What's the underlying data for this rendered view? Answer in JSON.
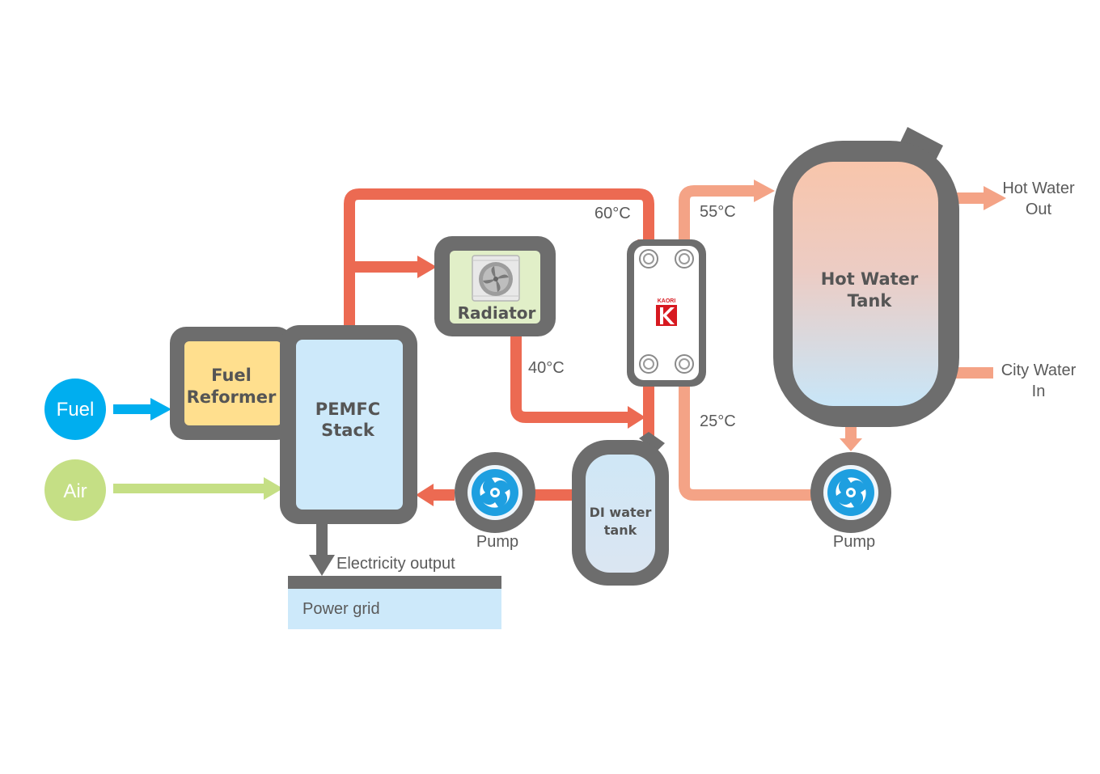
{
  "nodes": {
    "fuel": "Fuel",
    "air": "Air",
    "fuel_reformer": [
      "Fuel",
      "Reformer"
    ],
    "pemfc_stack": [
      "PEMFC",
      "Stack"
    ],
    "radiator": "Radiator",
    "di_water_tank": [
      "DI water",
      "tank"
    ],
    "hot_water_tank": [
      "Hot Water",
      "Tank"
    ],
    "heat_exchanger_logo": "KAORI",
    "pump_left": "Pump",
    "pump_right": "Pump",
    "power_grid": "Power grid"
  },
  "labels": {
    "electricity_output": "Electricity output",
    "temp_60": "60°C",
    "temp_55": "55°C",
    "temp_40": "40°C",
    "temp_25": "25°C",
    "hot_water_out": [
      "Hot Water",
      "Out"
    ],
    "city_water_in": [
      "City Water",
      "In"
    ]
  },
  "colors": {
    "frame": "#6d6d6d",
    "hot_pipe": "#ec6a52",
    "warm_pipe": "#f4a386",
    "fuel": "#00aeef",
    "air": "#c5df85",
    "reformer": "#ffdf8e",
    "stack": "#cde9fa",
    "pump": "#1e9fe0"
  }
}
